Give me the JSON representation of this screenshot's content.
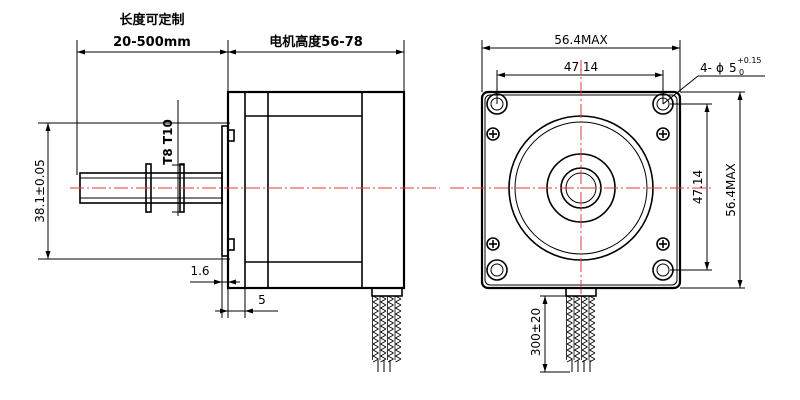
{
  "side_view": {
    "length_label": "长度可定制",
    "length_range": "20-500mm",
    "body_height_label": "电机高度56-78",
    "shaft_thread": "T8 T10",
    "shaft_diameter_tol": "38.1±0.05",
    "flange_thickness": "1.6",
    "boss_height": "5"
  },
  "front_view": {
    "overall_width": "56.4MAX",
    "overall_height": "56.4MAX",
    "hole_spacing_h": "47.14",
    "hole_spacing_v": "47.14",
    "hole_callout_prefix": "4-",
    "hole_callout_symbol": "ϕ",
    "hole_callout_size": "5",
    "hole_tol_upper": "+0.15",
    "hole_tol_lower": "0",
    "cable_length": "300±20"
  },
  "colors": {
    "line": "#000000",
    "centerline": "#e23b3b",
    "background": "#ffffff"
  }
}
